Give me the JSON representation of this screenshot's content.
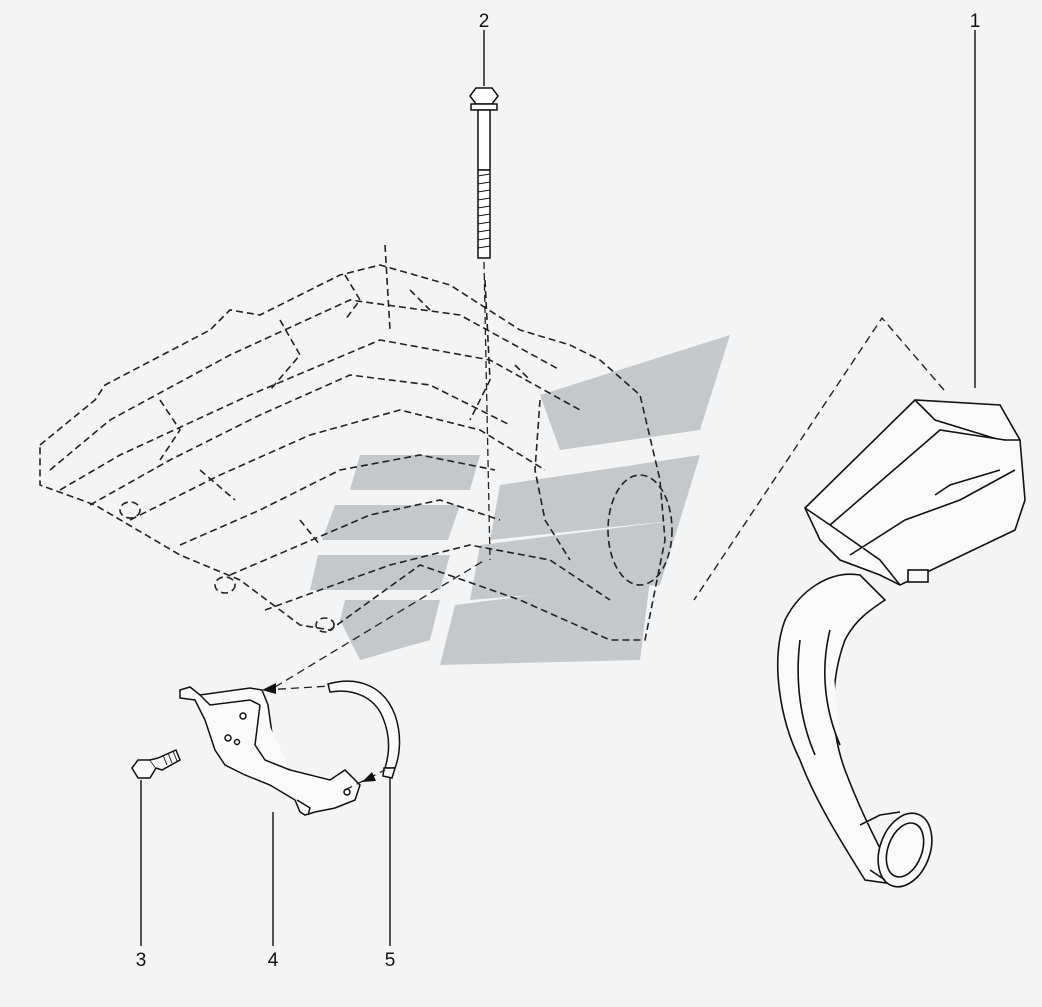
{
  "diagram": {
    "callouts": [
      {
        "id": "1",
        "label": "1"
      },
      {
        "id": "2",
        "label": "2"
      },
      {
        "id": "3",
        "label": "3"
      },
      {
        "id": "4",
        "label": "4"
      },
      {
        "id": "5",
        "label": "5"
      }
    ],
    "parts": [
      {
        "id": "1",
        "icon": "air-intake-duct-icon"
      },
      {
        "id": "2",
        "icon": "long-bolt-icon"
      },
      {
        "id": "3",
        "icon": "short-bolt-icon"
      },
      {
        "id": "4",
        "icon": "bracket-icon"
      },
      {
        "id": "5",
        "icon": "clamp-icon"
      }
    ],
    "colors": {
      "line": "#111111",
      "dash": "#222222",
      "watermark": "#b9bec0",
      "background": "#f4f4f4"
    }
  }
}
